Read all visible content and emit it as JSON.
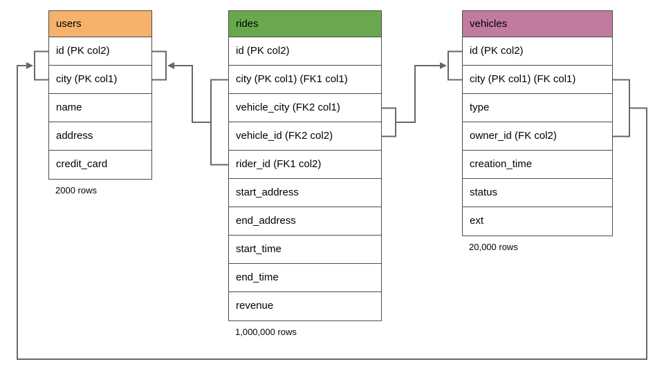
{
  "colors": {
    "users_header": "#F6B26B",
    "rides_header": "#6AA84F",
    "vehicles_header": "#C27BA0",
    "connector": "#666666",
    "border": "#4a4a4a"
  },
  "tables": {
    "users": {
      "title": "users",
      "rows": [
        "id (PK col2)",
        "city (PK col1)",
        "name",
        "address",
        "credit_card"
      ],
      "row_count_label": "2000 rows"
    },
    "rides": {
      "title": "rides",
      "rows": [
        "id (PK col2)",
        "city (PK col1) (FK1 col1)",
        "vehicle_city (FK2 col1)",
        "vehicle_id (FK2 col2)",
        "rider_id (FK1 col2)",
        "start_address",
        "end_address",
        "start_time",
        "end_time",
        "revenue"
      ],
      "row_count_label": "1,000,000 rows"
    },
    "vehicles": {
      "title": "vehicles",
      "rows": [
        "id (PK col2)",
        "city (PK col1) (FK col1)",
        "type",
        "owner_id (FK col2)",
        "creation_time",
        "status",
        "ext"
      ],
      "row_count_label": "20,000 rows"
    }
  },
  "relationships": [
    {
      "from_table": "rides",
      "from_columns": [
        "city (FK1 col1)",
        "rider_id (FK1 col2)"
      ],
      "to_table": "users",
      "to_columns": [
        "id (PK col2)",
        "city (PK col1)"
      ]
    },
    {
      "from_table": "rides",
      "from_columns": [
        "vehicle_city (FK2 col1)",
        "vehicle_id (FK2 col2)"
      ],
      "to_table": "vehicles",
      "to_columns": [
        "id (PK col2)",
        "city (PK col1)"
      ]
    },
    {
      "from_table": "vehicles",
      "from_columns": [
        "city (FK col1)",
        "owner_id (FK col2)"
      ],
      "to_table": "users",
      "to_columns": [
        "id (PK col2)",
        "city (PK col1)"
      ]
    }
  ]
}
